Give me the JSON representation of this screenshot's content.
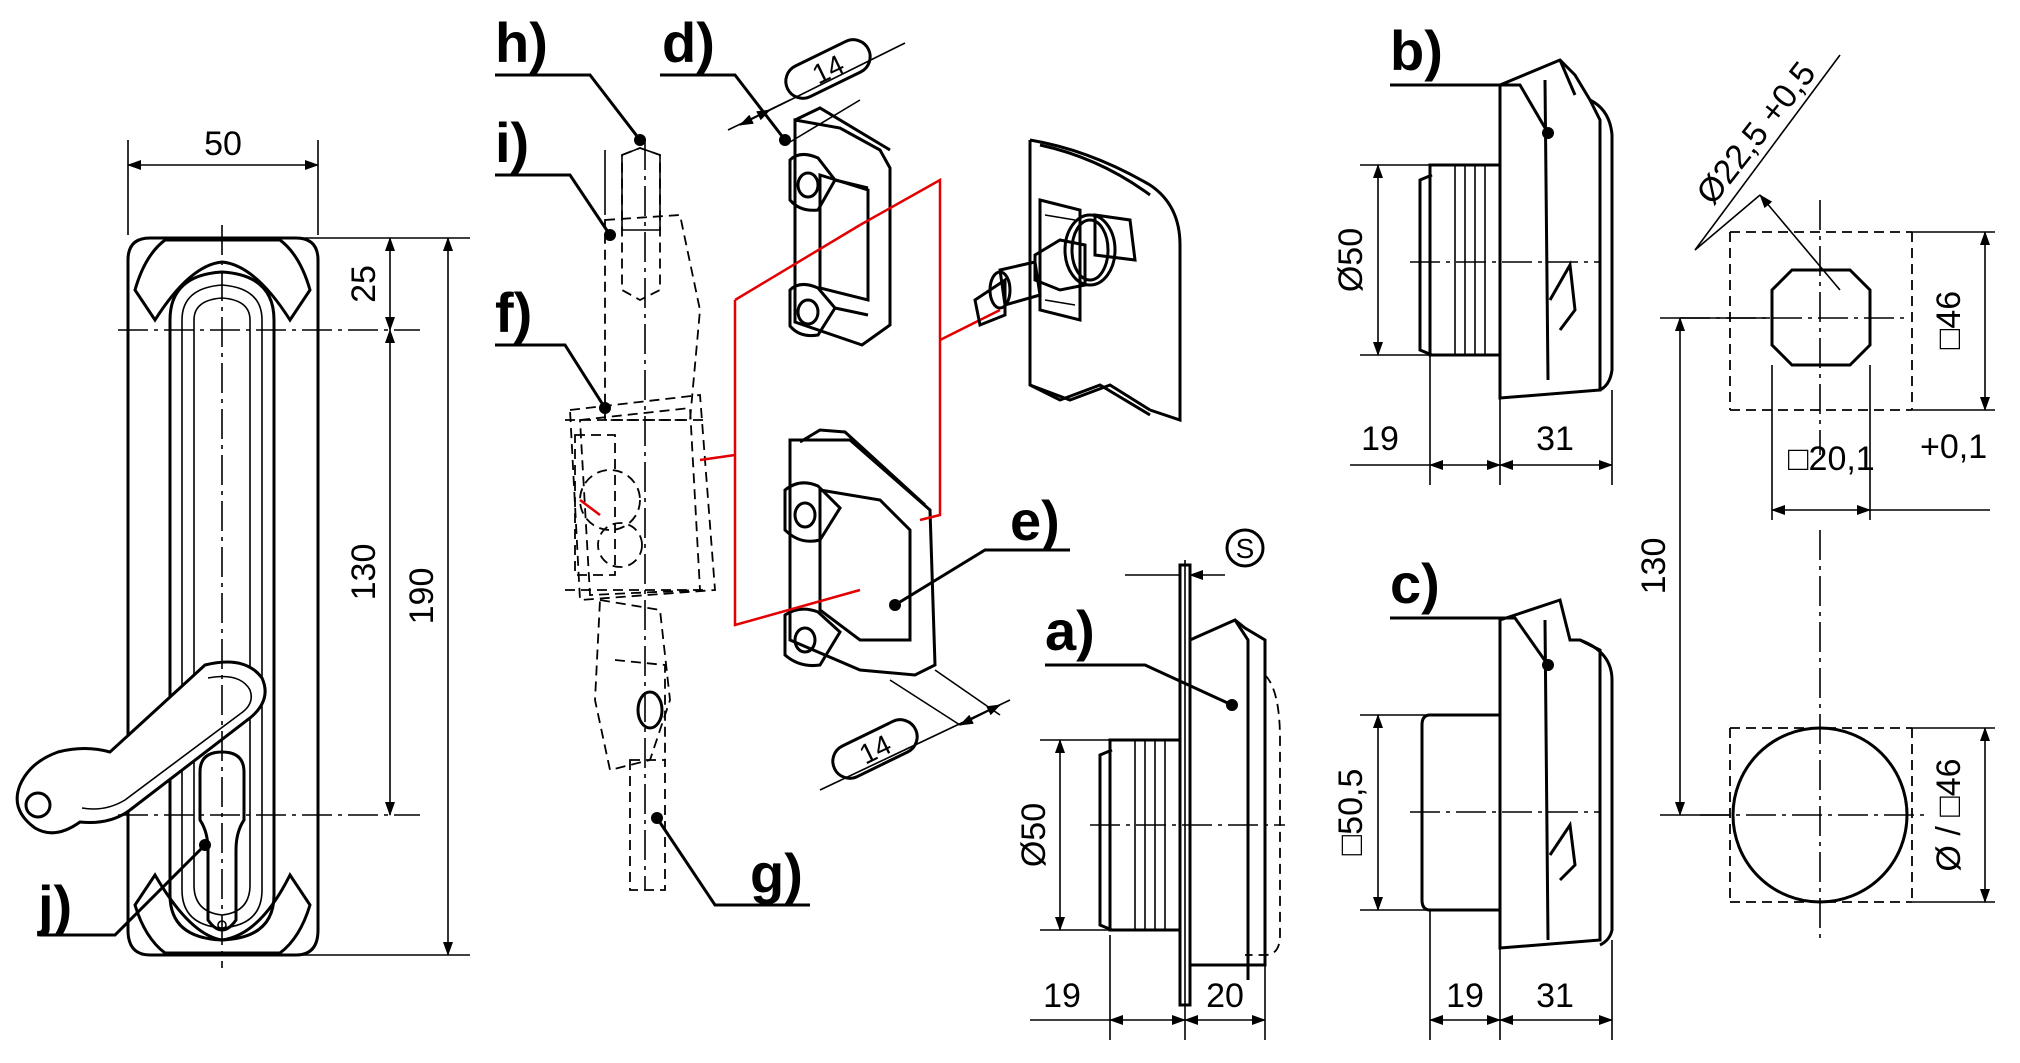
{
  "callouts": {
    "a": "a)",
    "b": "b)",
    "c": "c)",
    "d": "d)",
    "e": "e)",
    "f": "f)",
    "g": "g)",
    "h": "h)",
    "i": "i)",
    "j": "j)"
  },
  "dimensions": {
    "handle_width": "50",
    "handle_top": "25",
    "handle_pitch": "130",
    "handle_length": "190",
    "clip_d_width": "14",
    "clip_e_width": "14",
    "s_symbol": "S",
    "a_diameter": "Ø50",
    "a_depth_front": "19",
    "a_depth_back": "20",
    "b_diameter": "Ø50",
    "b_depth_front": "19",
    "b_depth_back": "31",
    "c_square": "□50,5",
    "c_depth_front": "19",
    "c_depth_back": "31",
    "cutout_diameter": "Ø22,5 +0,5",
    "cutout_square_outer": "□46",
    "cutout_square_inner": "□20,1",
    "cutout_square_inner_tol": "+0,1",
    "cutout_pitch": "130",
    "cutout_round": "Ø / □46"
  },
  "colors": {
    "line": "#000000",
    "assembly_line": "#e20000",
    "background": "#ffffff"
  }
}
